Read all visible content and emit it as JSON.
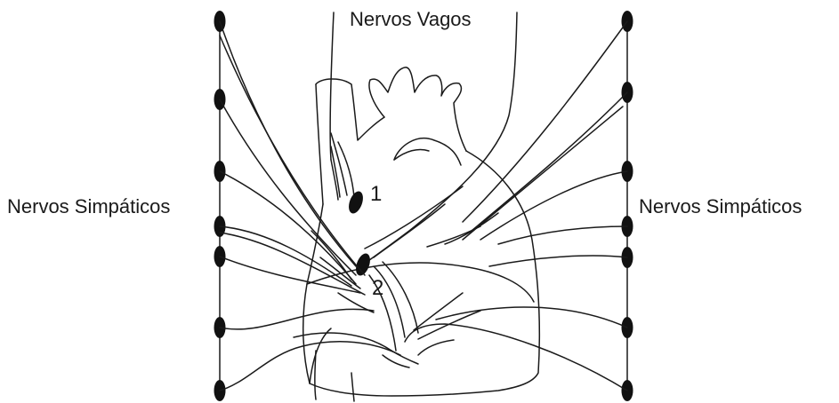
{
  "labels": {
    "vagus": "Nervos Vagos",
    "sympathetic_left": "Nervos Simpáticos",
    "sympathetic_right": "Nervos Simpáticos",
    "ganglion_1": "1",
    "ganglion_2": "2"
  },
  "colors": {
    "ink": "#1a1a1a",
    "background": "#ffffff"
  }
}
